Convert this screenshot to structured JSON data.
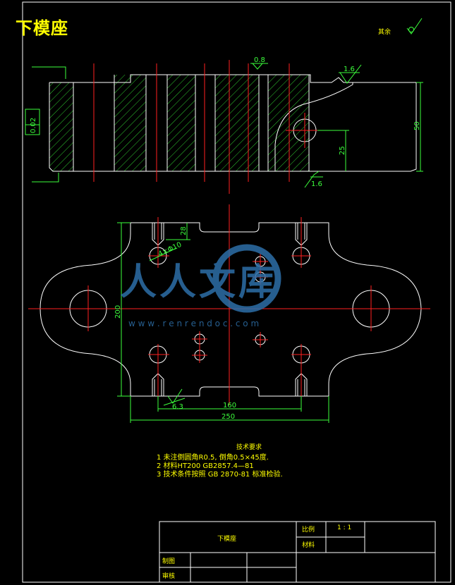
{
  "title": "下模座",
  "top_right_note": "其余",
  "roughness": {
    "top": "0.8",
    "top_right": "1.6",
    "bottom_right": "1.6"
  },
  "dimensions": {
    "flatness": "0.02",
    "height": "50",
    "hole_height": "25",
    "slot_depth": "28",
    "hole_spec": "4×Φ10",
    "width_200": "200",
    "chamfer": "6.3",
    "pitch_160": "160",
    "length_250": "250"
  },
  "tech_requirements": {
    "heading": "技术要求",
    "items": [
      "1  未注倒圆角R0.5, 倒角0.5×45度.",
      "2  材料HT200  GB2857.4—81",
      "3  技术条件按照 GB 2870-81  标准检验."
    ]
  },
  "title_block": {
    "part_name": "下模座",
    "scale_label": "比例",
    "scale_value": "1 : 1",
    "material_label": "材料",
    "drawn_label": "制图",
    "checked_label": "审核"
  },
  "watermark": {
    "text": "人人文库",
    "url": "w w w . r e n r e n d o c . c o m"
  },
  "colors": {
    "background": "#000000",
    "outline": "#ffffff",
    "centerline": "#ff2020",
    "dimension": "#3cff3c",
    "text": "#ffff00",
    "watermark": "#2d6fa8"
  }
}
